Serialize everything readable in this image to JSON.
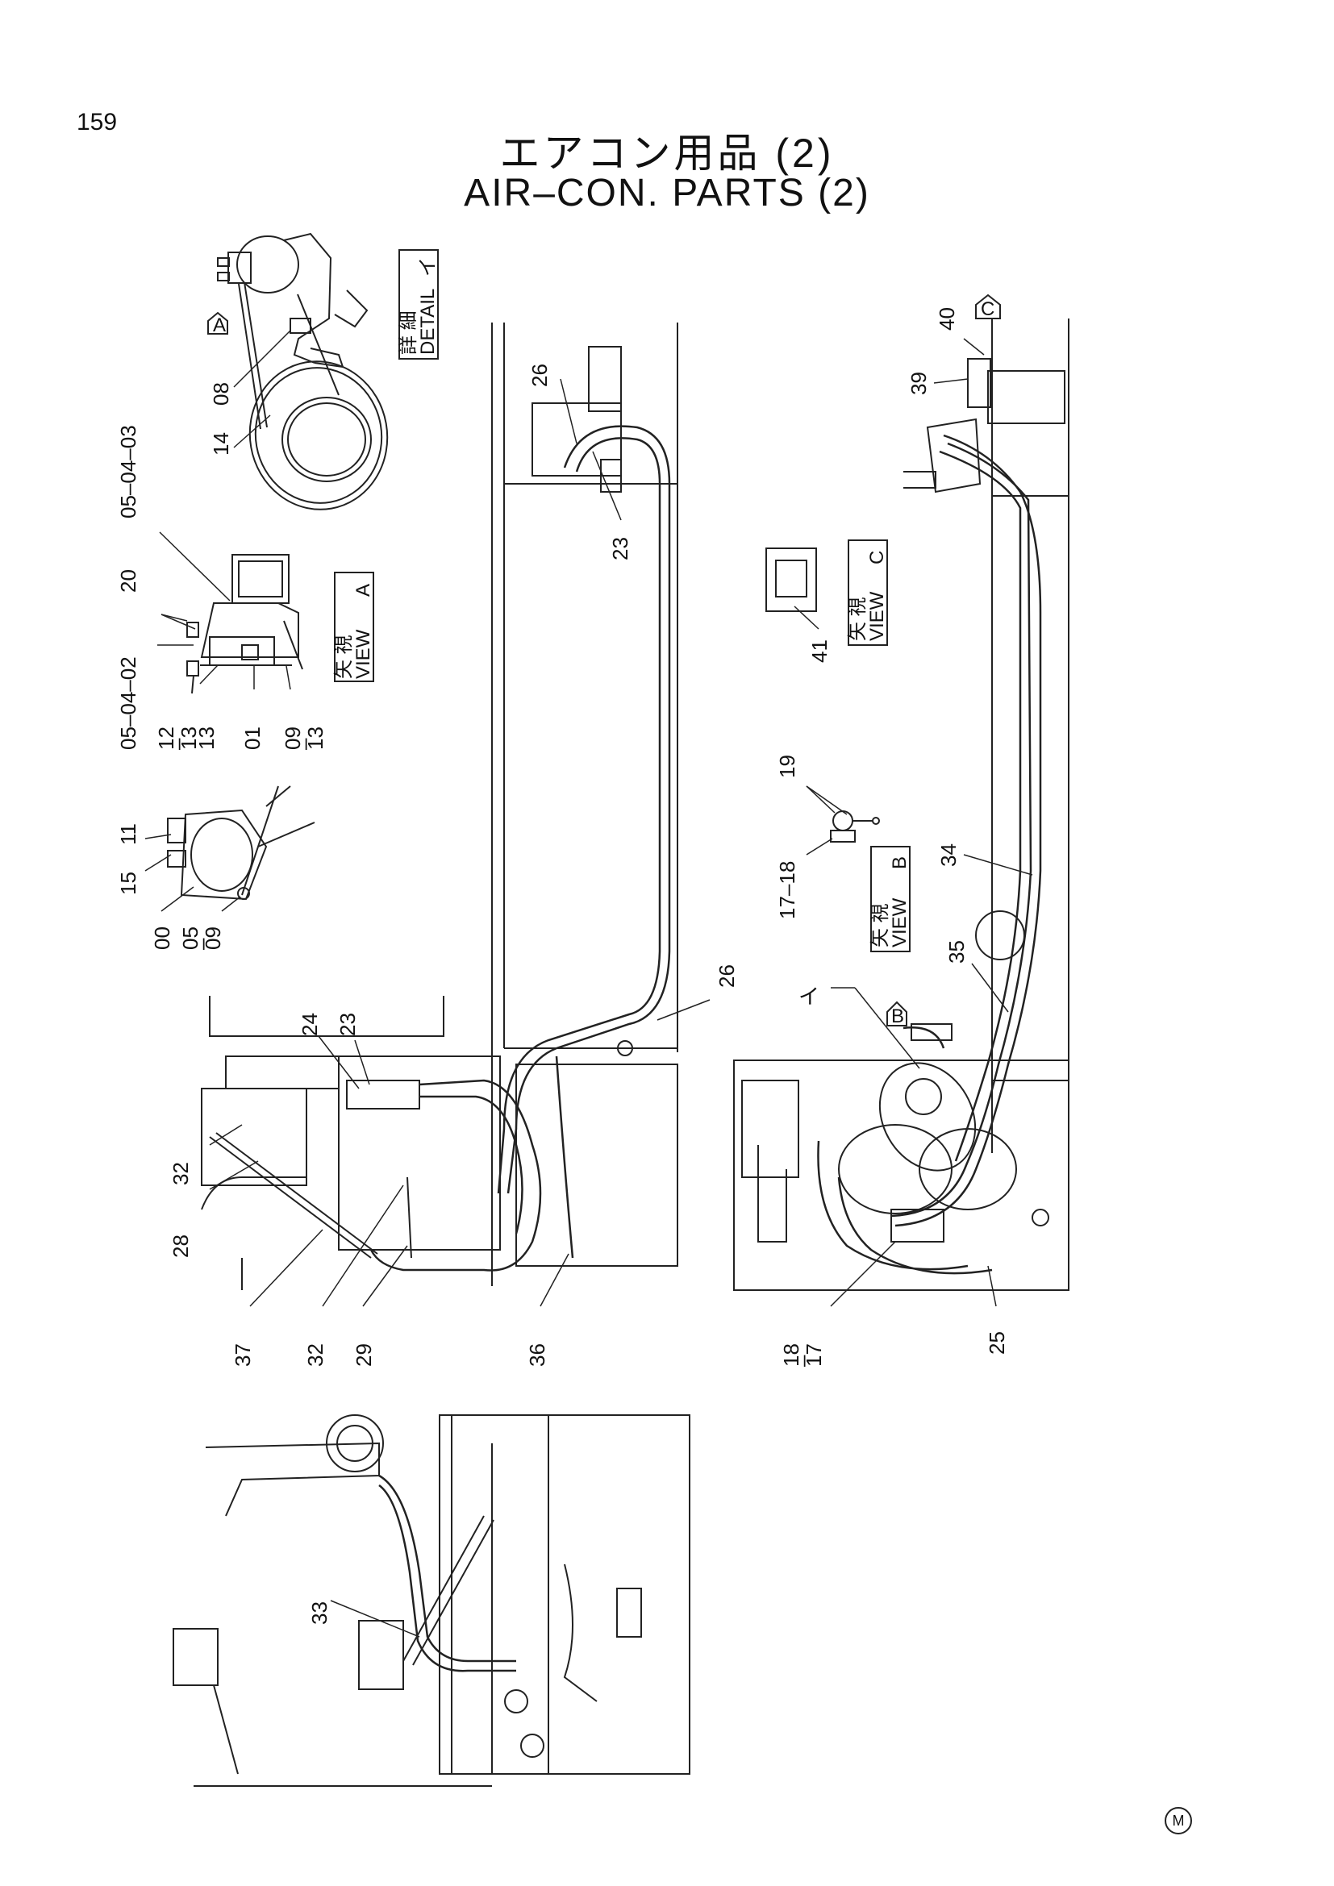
{
  "page": {
    "number": "159"
  },
  "title": {
    "japanese": "エアコン用品 (2)",
    "english": "AIR–CON. PARTS (2)"
  },
  "views": [
    {
      "id": "detail-i",
      "label": "DETAIL",
      "kanji": "詳 細",
      "mark": "イ"
    },
    {
      "id": "view-a",
      "label": "VIEW",
      "kanji": "矢 視",
      "mark": "A"
    },
    {
      "id": "view-b",
      "label": "VIEW",
      "kanji": "矢 視",
      "mark": "B"
    },
    {
      "id": "view-c",
      "label": "VIEW",
      "kanji": "矢 視",
      "mark": "C"
    }
  ],
  "arrow_marks": [
    "A",
    "B",
    "C"
  ],
  "detail_marker": "イ",
  "part_labels": {
    "p00": "00",
    "p01": "01",
    "p0509": "05\n–\n09",
    "p050402": "05–04–02",
    "p050403": "05–04–03",
    "p08": "08",
    "p0913": "09\n–\n13",
    "p11": "11",
    "p1213": "12\n–\n13",
    "p13": "13",
    "p14": "14",
    "p15": "15",
    "p1718a": "17–18",
    "p1718b": "18\n–\n17",
    "p19": "19",
    "p20": "20",
    "p23a": "23",
    "p23b": "23",
    "p24": "24",
    "p25": "25",
    "p26a": "26",
    "p26b": "26",
    "p28": "28",
    "p29": "29",
    "p32a": "32",
    "p32b": "32",
    "p33": "33",
    "p34": "34",
    "p35": "35",
    "p36": "36",
    "p37": "37",
    "p39": "39",
    "p40": "40",
    "p41": "41"
  },
  "corner_mark": "M"
}
